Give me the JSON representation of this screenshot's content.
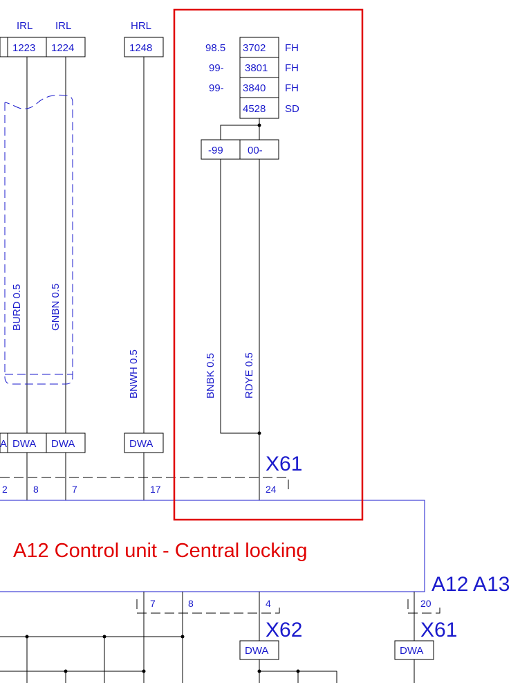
{
  "top_labels": {
    "irl_left": "IRL",
    "irl_right": "IRL",
    "hrl": "HRL"
  },
  "top_boxes": [
    "1223",
    "1224",
    "1248"
  ],
  "variant_table": {
    "rows": [
      {
        "year": "98.5",
        "code": "3702",
        "tag": "FH"
      },
      {
        "year": "99-",
        "code": "3801",
        "tag": "FH"
      },
      {
        "year": "99-",
        "code": "3840",
        "tag": "FH"
      },
      {
        "year": "",
        "code": "4528",
        "tag": "SD"
      }
    ],
    "split": [
      "-99",
      "00-"
    ]
  },
  "wires": {
    "burd": "BURD 0.5",
    "gnbn": "GNBN 0.5",
    "bnwh": "BNWH 0.5",
    "bnbk": "BNBK 0.5",
    "rdye": "RDYE 0.5"
  },
  "dwa_boxes": [
    "A",
    "DWA",
    "DWA",
    "DWA"
  ],
  "connector_x61_top": {
    "name": "X61",
    "pins": [
      "2",
      "8",
      "7",
      "17",
      "24"
    ]
  },
  "control_unit": {
    "title": "A12 Control unit - Central locking",
    "refs": "A12  A13"
  },
  "bottom_pins": [
    "7",
    "8",
    "4",
    "20"
  ],
  "bottom_connectors": {
    "x62": "X62",
    "x61": "X61",
    "dwa_x62": "DWA",
    "dwa_x61": "DWA"
  },
  "colors": {
    "wire_text": "#1a1acc",
    "highlight": "#e00000",
    "lines": "#000000"
  }
}
